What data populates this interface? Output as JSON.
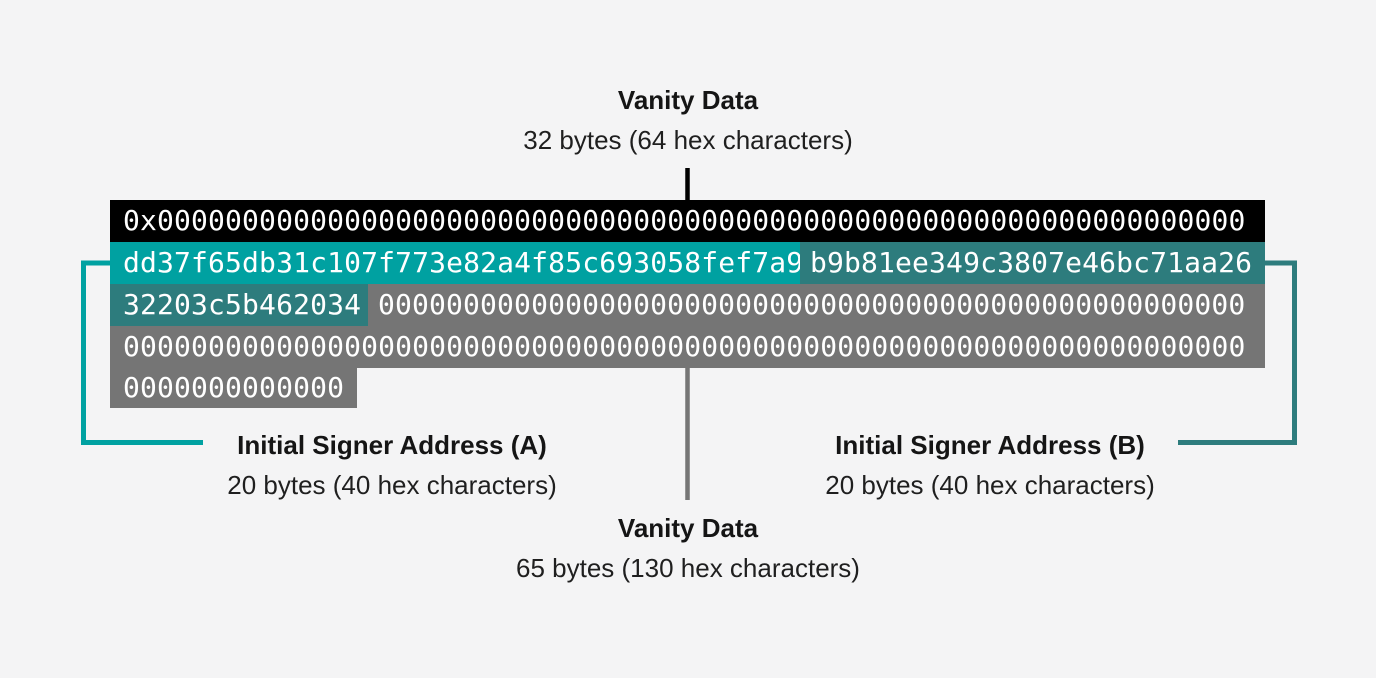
{
  "colors": {
    "background": "#f4f4f5",
    "vanity_black": "#000000",
    "signer_a_teal": "#00a1a1",
    "signer_b_teal": "#2d7c7d",
    "vanity_gray": "#757575",
    "hex_text": "#ffffff",
    "label_text": "#151515"
  },
  "labels": {
    "top": {
      "title": "Vanity Data",
      "subtitle": "32 bytes (64 hex characters)"
    },
    "a": {
      "title": "Initial Signer Address (A)",
      "subtitle": "20 bytes (40 hex characters)"
    },
    "b": {
      "title": "Initial Signer Address (B)",
      "subtitle": "20 bytes (40 hex characters)"
    },
    "bottom": {
      "title": "Vanity Data",
      "subtitle": "65 bytes (130 hex characters)"
    }
  },
  "hex": {
    "prefix": "0x",
    "vanity_data_32_bytes": "0000000000000000000000000000000000000000000000000000000000000000",
    "initial_signer_address_a": "dd37f65db31c107f773e82a4f85c693058fef7a9",
    "initial_signer_address_b": "b9b81ee349c3807e46bc71aa2632203c5b462034",
    "vanity_data_65_bytes": "0000000000000000000000000000000000000000000000000000000000000000000000000000000000000000000000000000000000000000000000000000000000",
    "lines": [
      {
        "segments": [
          {
            "role": "vanity-32",
            "text": "0x0000000000000000000000000000000000000000000000000000000000000000"
          }
        ]
      },
      {
        "segments": [
          {
            "role": "signer-a",
            "text": "dd37f65db31c107f773e82a4f85c693058fef7a9"
          },
          {
            "role": "signer-b",
            "text": "b9b81ee349c3807e46bc71aa26"
          }
        ]
      },
      {
        "segments": [
          {
            "role": "signer-b",
            "text": "32203c5b462034"
          },
          {
            "role": "vanity-65",
            "text": "000000000000000000000000000000000000000000000000000"
          }
        ]
      },
      {
        "segments": [
          {
            "role": "vanity-65",
            "text": "000000000000000000000000000000000000000000000000000000000000000000"
          }
        ]
      },
      {
        "segments": [
          {
            "role": "vanity-65",
            "text": "0000000000000"
          }
        ]
      }
    ]
  }
}
